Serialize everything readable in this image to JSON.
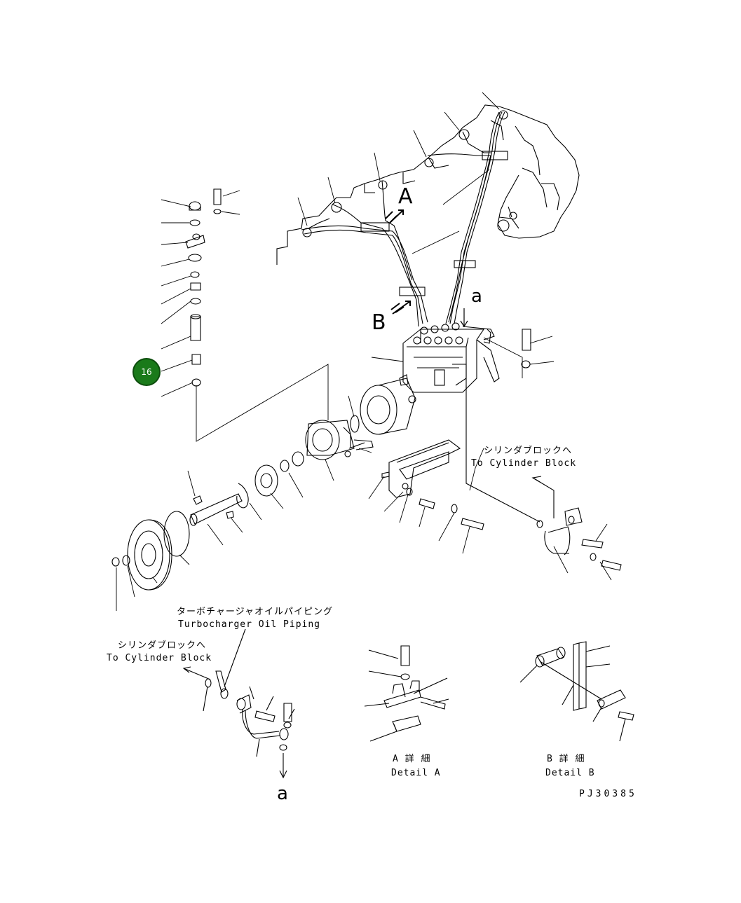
{
  "callout": {
    "number": "16"
  },
  "labels": {
    "turbo_jp": "ターボチャージャオイルパイピング",
    "turbo_en": "Turbocharger Oil Piping",
    "cyl_jp_1": "シリンダブロックへ",
    "cyl_en_1": "To Cylinder Block",
    "cyl_jp_2": "シリンダブロックへ",
    "cyl_en_2": "To Cylinder Block",
    "detail_a_jp": "A 詳 細",
    "detail_a_en": "Detail A",
    "detail_b_jp": "B 詳 細",
    "detail_b_en": "Detail B",
    "drawing_no": "PJ30385"
  },
  "markers": {
    "A": "A",
    "B": "B",
    "a_top": "a",
    "a_bottom": "a"
  },
  "colors": {
    "line": "#000000",
    "callout_fill": "#1a7a1a",
    "background": "#ffffff"
  }
}
